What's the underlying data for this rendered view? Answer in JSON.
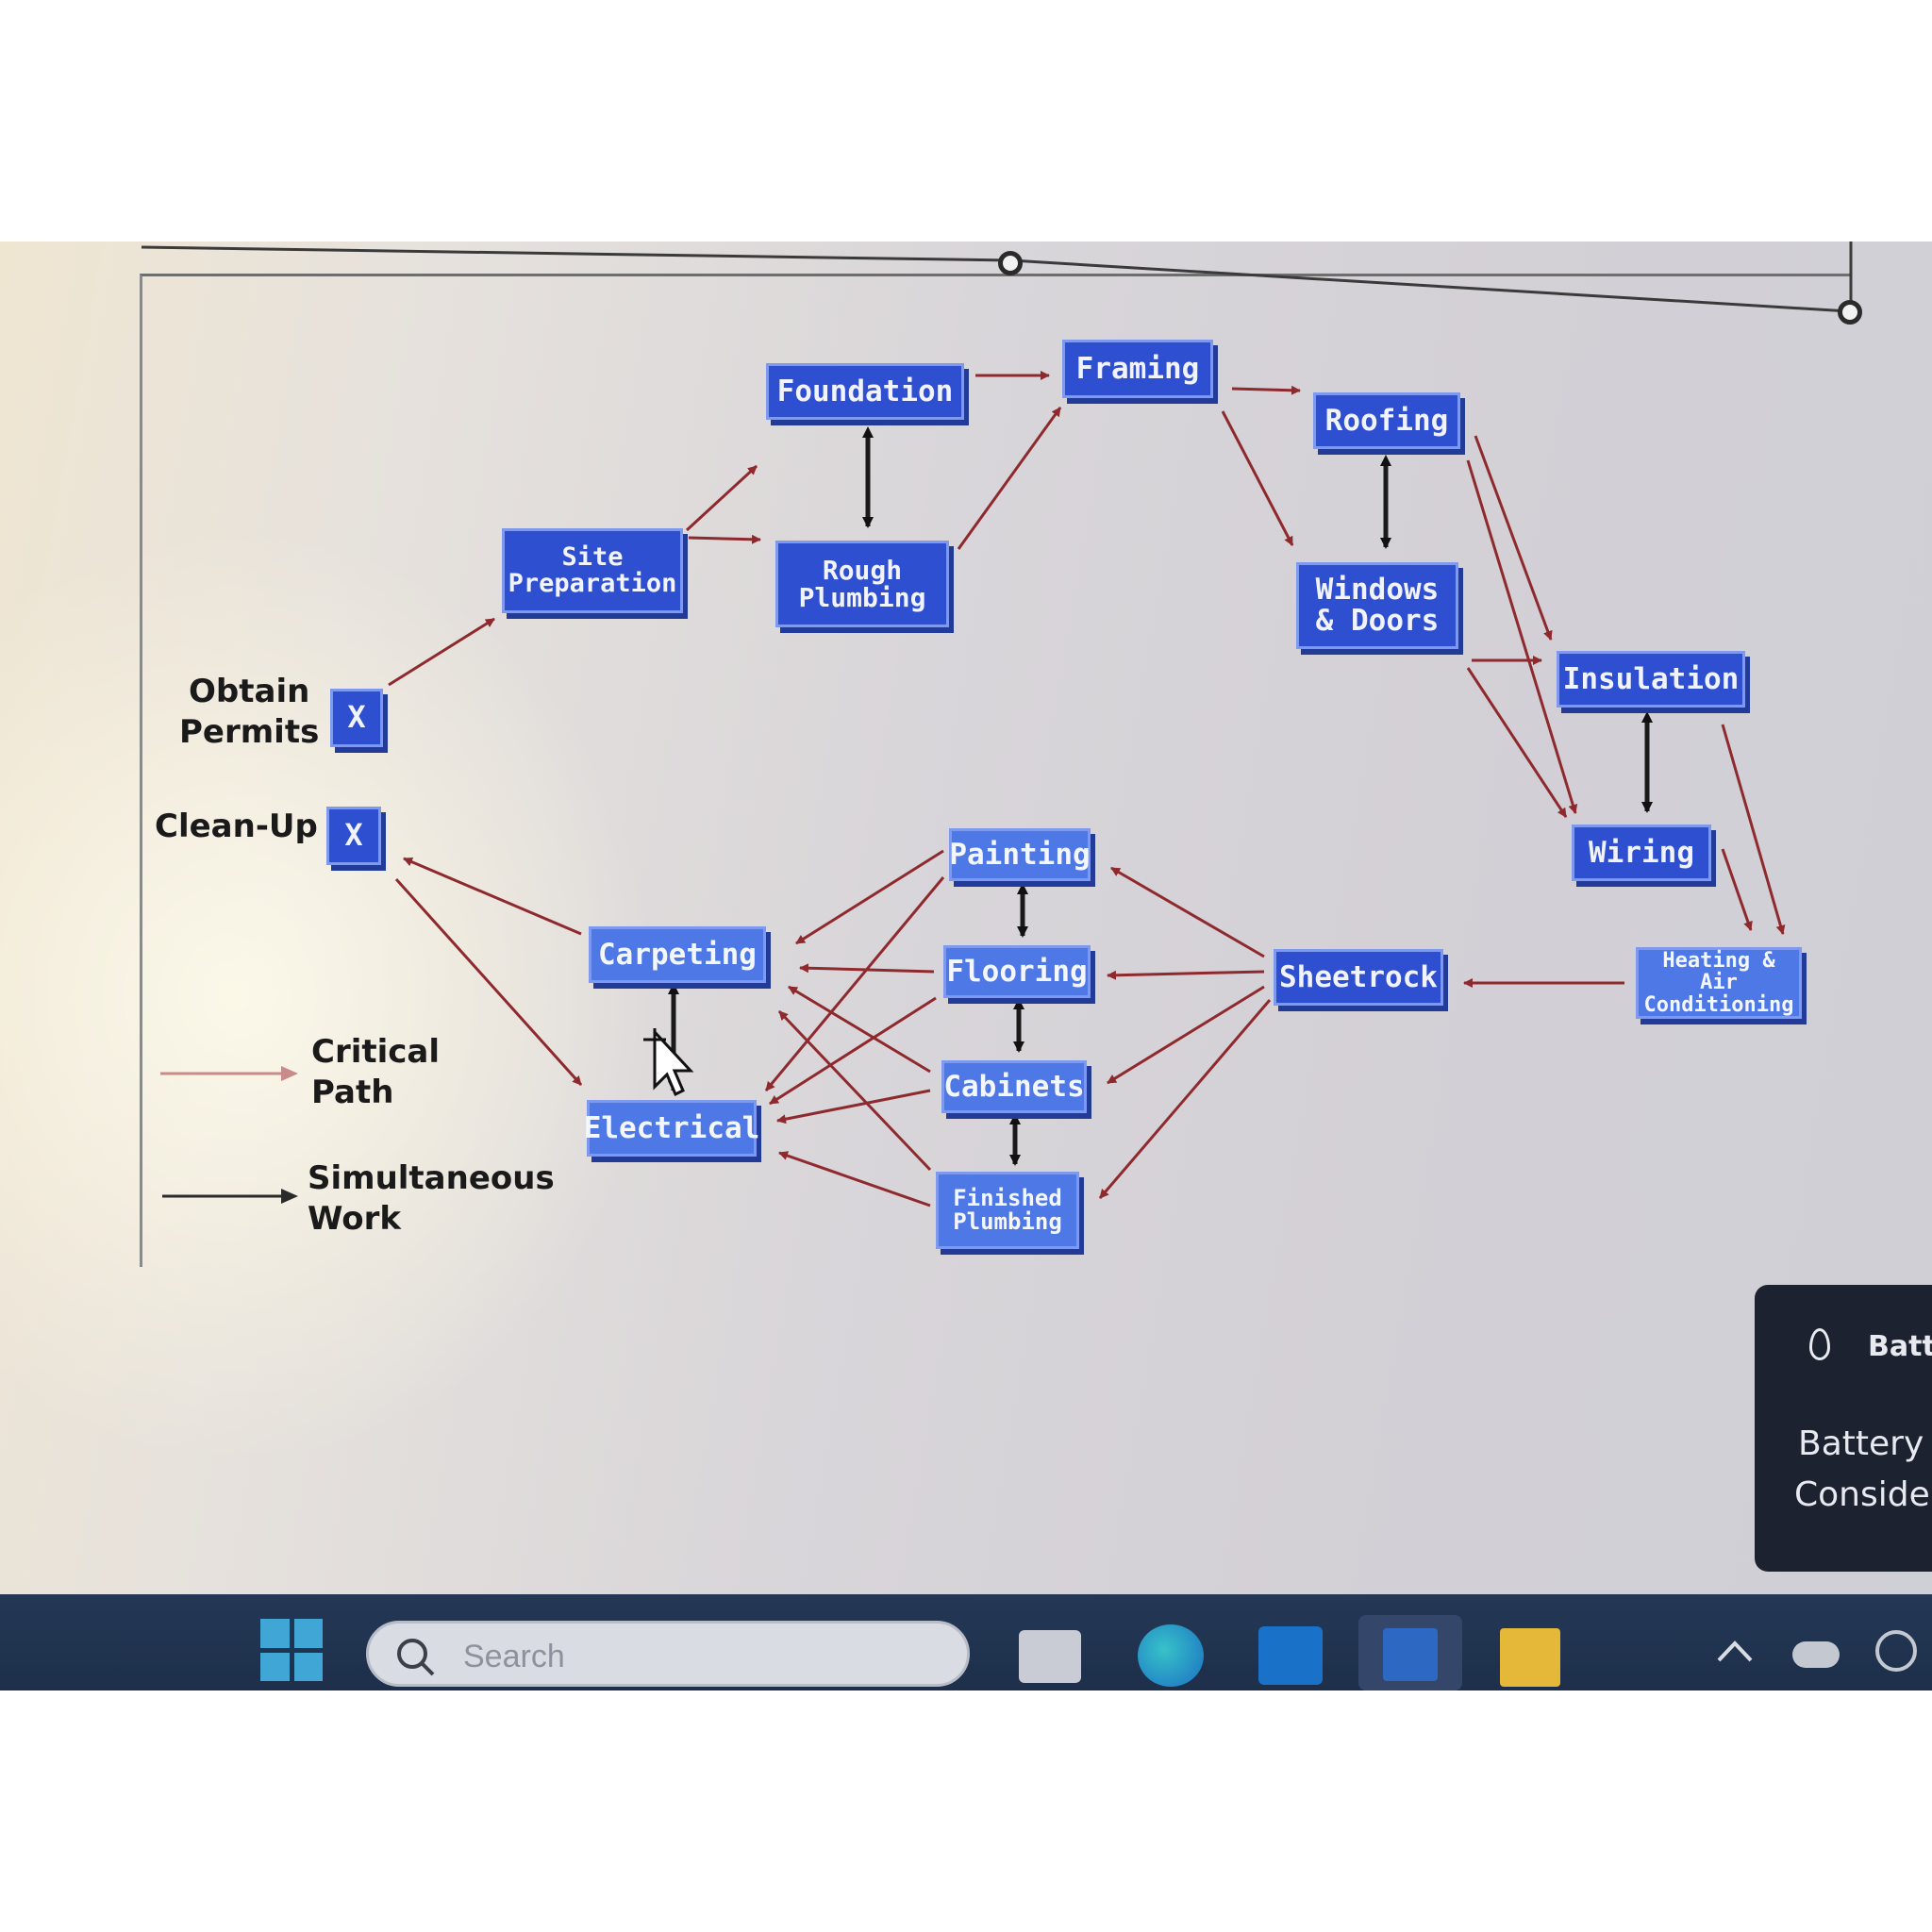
{
  "diagram": {
    "nodes": {
      "obtain_permits_box": "X",
      "cleanup_box": "X",
      "site_preparation": "Site\nPreparation",
      "foundation": "Foundation",
      "rough_plumbing": "Rough\nPlumbing",
      "framing": "Framing",
      "roofing": "Roofing",
      "windows_doors": "Windows\n& Doors",
      "insulation": "Insulation",
      "wiring": "Wiring",
      "heating_ac": "Heating & Air\nConditioning",
      "sheetrock": "Sheetrock",
      "painting": "Painting",
      "flooring": "Flooring",
      "cabinets": "Cabinets",
      "finished_plumbing": "Finished\nPlumbing",
      "carpeting": "Carpeting",
      "electrical": "Electrical"
    },
    "labels": {
      "obtain_permits": "Obtain\nPermits",
      "cleanup": "Clean-Up"
    },
    "legend": {
      "critical_path": "Critical\nPath",
      "simultaneous_work": "Simultaneous\nWork"
    },
    "colors": {
      "critical_arrow": "#8e2a2e",
      "simultaneous_arrow": "#1a1a1a",
      "node_fill": "#2e4fd0"
    }
  },
  "taskbar": {
    "search_placeholder": "Search",
    "icons": [
      "windows-start-icon",
      "search-icon",
      "task-view-icon",
      "edge-icon",
      "outlook-icon",
      "word-icon",
      "file-explorer-icon",
      "chevron-up-icon",
      "onedrive-icon",
      "sync-icon"
    ]
  },
  "notification": {
    "title": "Batte",
    "line1": "Battery s",
    "line2": "Consider"
  }
}
